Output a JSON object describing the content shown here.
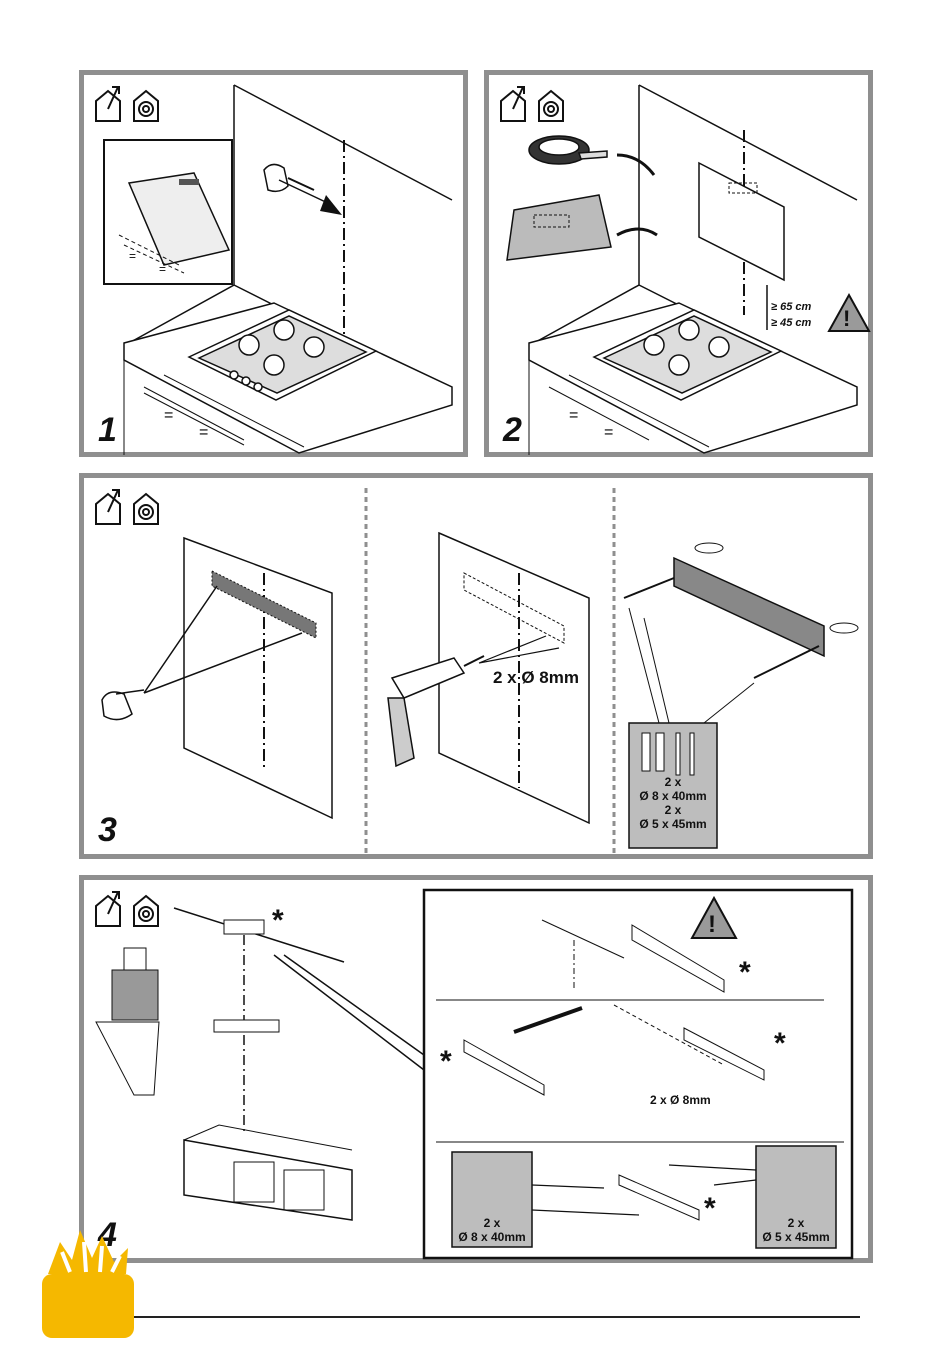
{
  "panels": [
    {
      "number": "1"
    },
    {
      "number": "2"
    },
    {
      "number": "3"
    },
    {
      "number": "4"
    }
  ],
  "panel2": {
    "height_min_a": "≥ 65 cm",
    "height_min_b": "≥ 45 cm"
  },
  "panel3": {
    "drill_label": "2 x Ø 8mm",
    "hardware": {
      "count_plugs": "2 x",
      "plug_size": "Ø 8 x 40mm",
      "count_screws": "2 x",
      "screw_size": "Ø 5 x 45mm"
    }
  },
  "panel4": {
    "asterisk": "*",
    "drill_label": "2 x Ø 8mm",
    "plugs": {
      "count": "2 x",
      "size": "Ø 8 x 40mm"
    },
    "screws": {
      "count": "2 x",
      "size": "Ø 5 x 45mm"
    }
  },
  "colors": {
    "frame": "#8f8f8f",
    "hardware_box": "#bdbdbd",
    "warning_fill": "#9a9a9a",
    "toolbox": "#f5b800"
  },
  "icons": [
    "outdoor-venting-icon",
    "recirculation-icon",
    "warning-icon",
    "toolbox-icon",
    "drill-icon",
    "pencil-icon",
    "hand-icon"
  ]
}
